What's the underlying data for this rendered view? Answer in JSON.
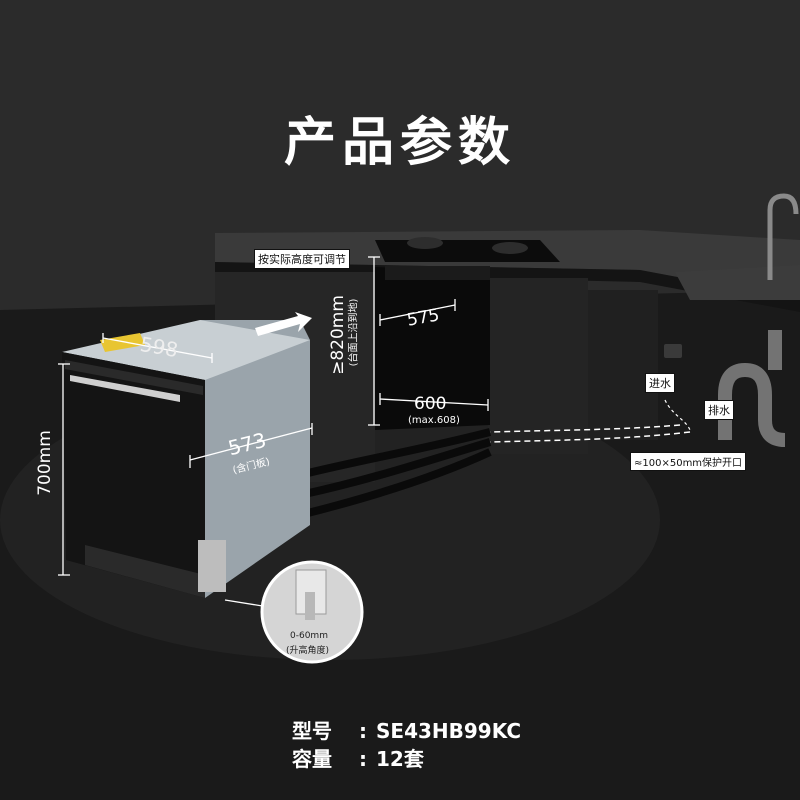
{
  "title": "产品参数",
  "labels": {
    "adjust_height": "按实际高度可调节",
    "inlet": "进水",
    "drain": "排水",
    "opening": "≈100×50mm保护开口",
    "height_range": "0-60mm",
    "height_range_note": "(升高角度)"
  },
  "dimensions": {
    "width_top": "598",
    "height": "700mm",
    "depth": "573",
    "depth_note": "(含门板)",
    "cabinet_height": "≥820mm",
    "cabinet_height_note": "(台面上沿到地)",
    "cabinet_depth": "575",
    "cabinet_width": "600",
    "cabinet_width_note": "(max.608)"
  },
  "specs": {
    "model_label": "型号",
    "model_value": "SE43HB99KC",
    "capacity_label": "容量",
    "capacity_value": "12套",
    "colon": ":"
  },
  "colors": {
    "background": "#1f1f1f",
    "text": "#ffffff",
    "label_bg": "#ffffff"
  }
}
